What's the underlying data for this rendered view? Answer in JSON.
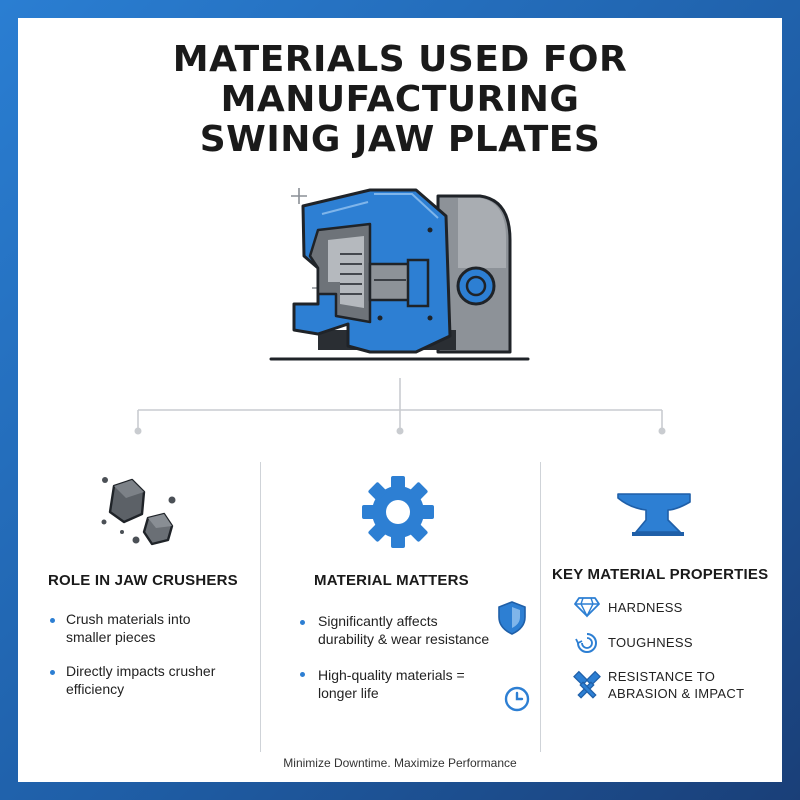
{
  "title": {
    "line1": "MATERIALS USED FOR",
    "line2": "MANUFACTURING",
    "line3": "SWING JAW PLATES"
  },
  "columns": {
    "role": {
      "icon": "rocks-icon",
      "title": "ROLE IN JAW CRUSHERS",
      "bullets": [
        {
          "line1": "Crush materials into",
          "line2": "smaller pieces"
        },
        {
          "line1": "Directly impacts crusher",
          "line2": "efficiency"
        }
      ]
    },
    "matters": {
      "icon": "gear-icon",
      "title": "MATERIAL MATTERS",
      "bullets": [
        {
          "line1": "Significantly affects",
          "line2": "durability & wear resistance",
          "icon": "shield-icon"
        },
        {
          "line1": "High-quality materials =",
          "line2": "longer life",
          "icon": "clock-icon"
        }
      ]
    },
    "properties": {
      "icon": "anvil-icon",
      "title": "KEY MATERIAL PROPERTIES",
      "items": [
        {
          "line1": "HARDNESS",
          "icon": "diamond-icon"
        },
        {
          "line1": "TOUGHNESS",
          "icon": "swirl-icon"
        },
        {
          "line1": "RESISTANCE TO",
          "line2": "ABRASION & IMPACT",
          "icon": "crossed-hammers-icon"
        }
      ]
    }
  },
  "footer": "Minimize Downtime. Maximize Performance",
  "colors": {
    "accent": "#2d7fd3",
    "dark": "#1a1a1a",
    "gray": "#8a8f96"
  }
}
